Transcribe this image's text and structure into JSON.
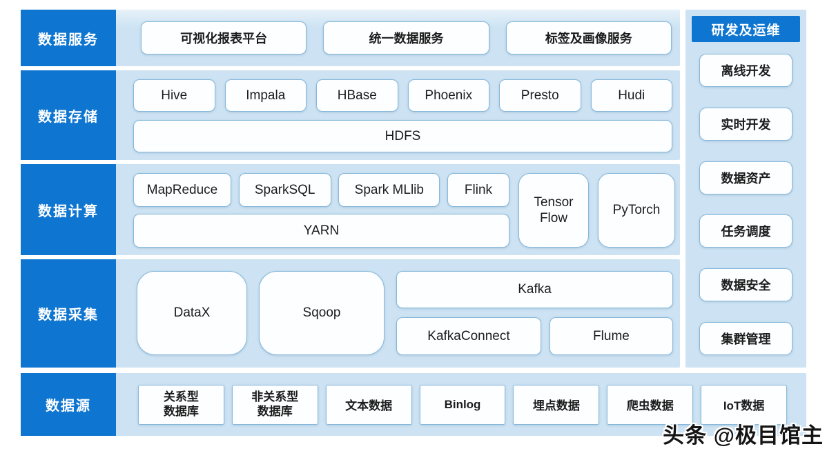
{
  "colors": {
    "accent_blue": "#0e75d1",
    "band_background": "#cde3f3",
    "box_background": "#fdfeff",
    "box_border": "#86b8da",
    "text": "#1c1c1c"
  },
  "rows": [
    {
      "label": "数据服务",
      "items": [
        "可视化报表平台",
        "统一数据服务",
        "标签及画像服务"
      ]
    },
    {
      "label": "数据存储",
      "top": [
        "Hive",
        "Impala",
        "HBase",
        "Phoenix",
        "Presto",
        "Hudi"
      ],
      "bottom": "HDFS"
    },
    {
      "label": "数据计算",
      "top": [
        "MapReduce",
        "SparkSQL",
        "Spark MLlib",
        "Flink"
      ],
      "bottom": "YARN",
      "tall": [
        "Tensor\nFlow",
        "PyTorch"
      ]
    },
    {
      "label": "数据采集",
      "tall": [
        "DataX",
        "Sqoop"
      ],
      "wide": "Kafka",
      "bottom": [
        "KafkaConnect",
        "Flume"
      ]
    },
    {
      "label": "数据源",
      "items": [
        "关系型\n数据库",
        "非关系型\n数据库",
        "文本数据",
        "Binlog",
        "埋点数据",
        "爬虫数据",
        "IoT数据"
      ]
    }
  ],
  "right_panel": {
    "header": "研发及运维",
    "items": [
      "离线开发",
      "实时开发",
      "数据资产",
      "任务调度",
      "数据安全",
      "集群管理"
    ]
  },
  "watermark": "头条 @极目馆主"
}
